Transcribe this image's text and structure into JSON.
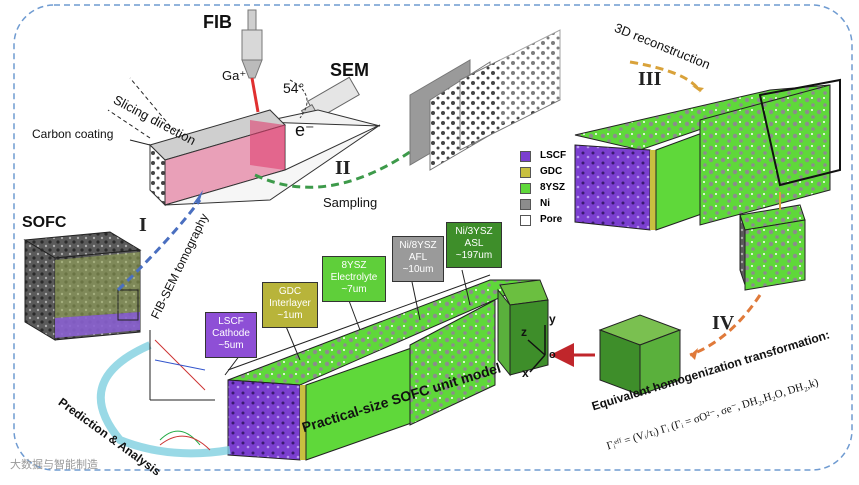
{
  "labels": {
    "fib": "FIB",
    "sem": "SEM",
    "ga": "Ga⁺",
    "angle": "54°",
    "electron": "e⁻",
    "slicing": "Slicing direction",
    "carbon": "Carbon coating",
    "sofc": "SOFC",
    "fib_sem": "FIB-SEM tomography",
    "sampling": "Sampling",
    "recon": "3D reconstruction",
    "prediction": "Prediction & Analysis",
    "unit_model": "Practical-size SOFC unit model",
    "homog_title": "Equivalent homogenization transformation:",
    "formula": "Γᵢᵉᶠᶠ = (Vᵢ/τᵢ) Γᵢ (Γᵢ = σO²⁻, σe⁻, DH₂,H₂O, DH₂,k)",
    "watermark": "大数据与智能制造"
  },
  "steps": [
    "I",
    "II",
    "III",
    "IV"
  ],
  "legend": [
    {
      "label": "LSCF",
      "color": "#7b3fd0"
    },
    {
      "label": "GDC",
      "color": "#c8c040"
    },
    {
      "label": "8YSZ",
      "color": "#5fd83a"
    },
    {
      "label": "Ni",
      "color": "#8c8c8c"
    },
    {
      "label": "Pore",
      "color": "#ffffff"
    }
  ],
  "layer_boxes": [
    {
      "line1": "LSCF",
      "line2": "Cathode",
      "line3": "~5um",
      "color": "#8e4fd6"
    },
    {
      "line1": "GDC",
      "line2": "Interlayer",
      "line3": "~1um",
      "color": "#b8b43a"
    },
    {
      "line1": "8YSZ",
      "line2": "Electrolyte",
      "line3": "~7um",
      "color": "#5fcf3a"
    },
    {
      "line1": "Ni/8YSZ",
      "line2": "AFL",
      "line3": "~10um",
      "color": "#9a9a9a"
    },
    {
      "line1": "Ni/3YSZ",
      "line2": "ASL",
      "line3": "~197um",
      "color": "#3e8e2a"
    }
  ],
  "axes": {
    "z": "z",
    "y": "y",
    "x": "x",
    "o": "o"
  }
}
